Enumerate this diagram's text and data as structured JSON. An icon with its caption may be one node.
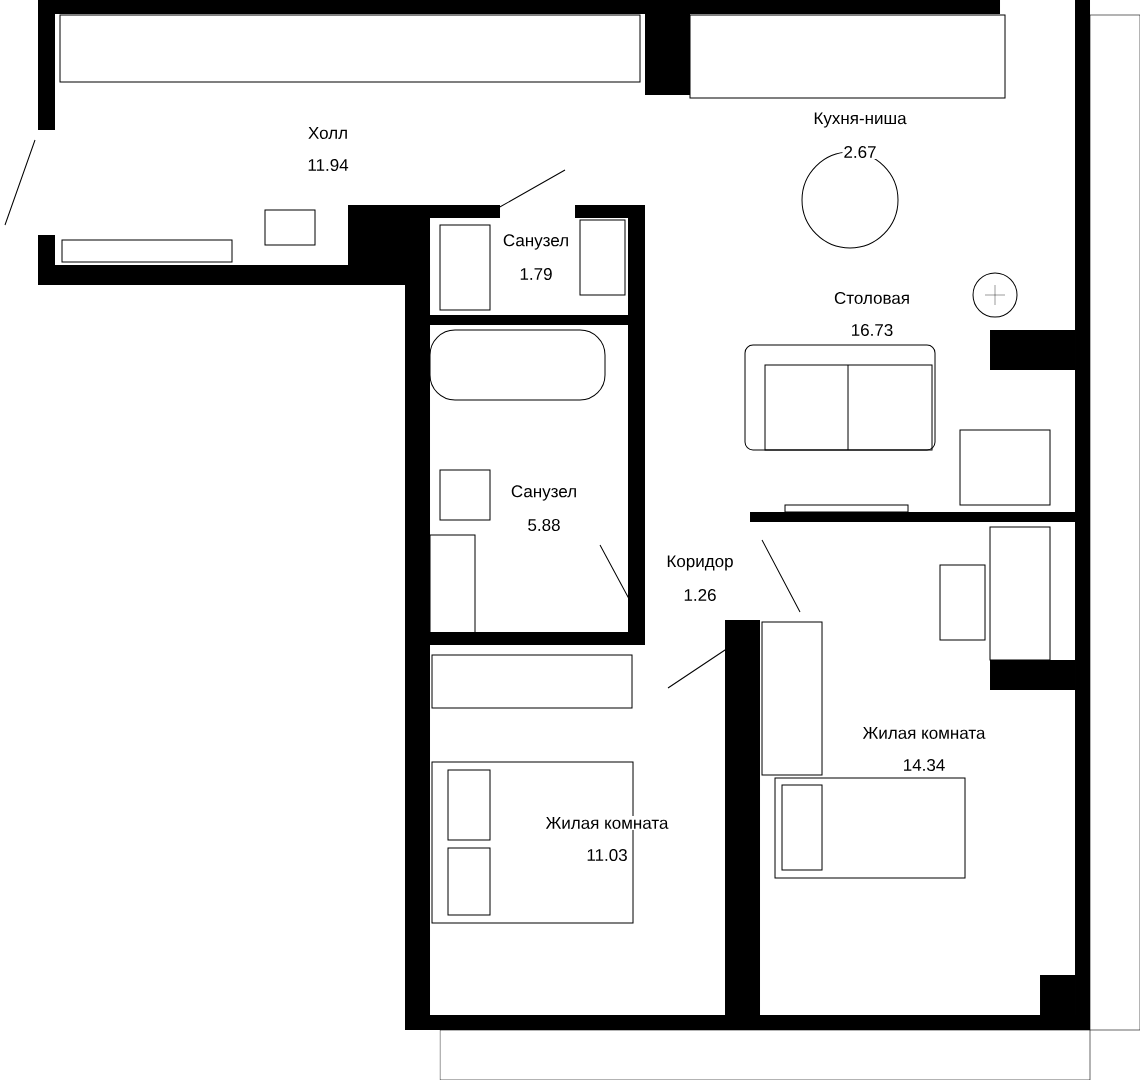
{
  "diagram": {
    "labels": [
      "Холл",
      "11.94",
      "Кухня-ниша",
      "2.67",
      "Санузел",
      "1.79",
      "Столовая",
      "16.73",
      "Санузел",
      "5.88",
      "Коридор",
      "1.26",
      "Жилая комната",
      "14.34",
      "Жилая комната",
      "11.03"
    ]
  }
}
